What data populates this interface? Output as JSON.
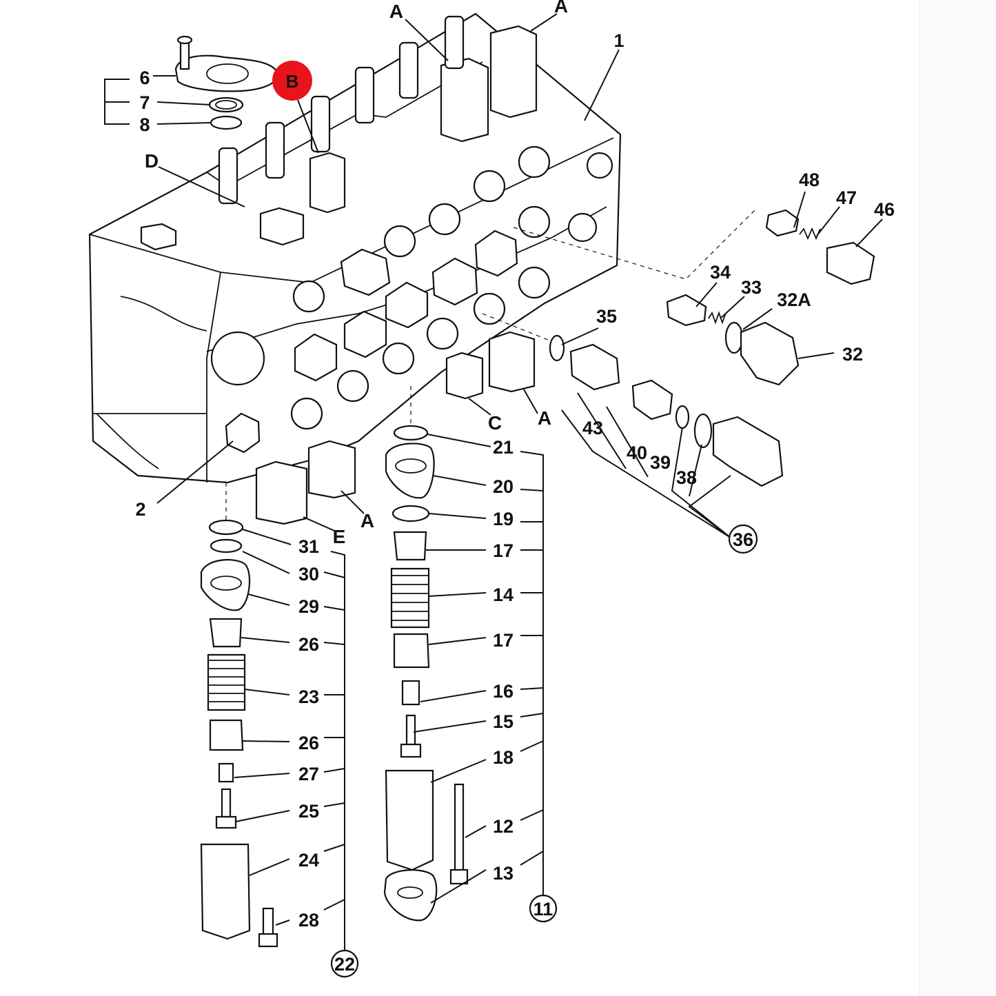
{
  "diagram": {
    "marker_color": "#e8141b",
    "line_color": "#111111",
    "background": "#ffffff",
    "callouts": {
      "c1": "1",
      "c2": "2",
      "c6": "6",
      "c7": "7",
      "c8": "8",
      "c12": "12",
      "c13": "13",
      "c14": "14",
      "c15": "15",
      "c16": "16",
      "c17a": "17",
      "c17b": "17",
      "c18": "18",
      "c19": "19",
      "c20": "20",
      "c21": "21",
      "c23": "23",
      "c24": "24",
      "c25": "25",
      "c26a": "26",
      "c26b": "26",
      "c27": "27",
      "c28": "28",
      "c29": "29",
      "c30": "30",
      "c31": "31",
      "c32": "32",
      "c32a": "32A",
      "c33": "33",
      "c34": "34",
      "c35": "35",
      "c38": "38",
      "c39": "39",
      "c40": "40",
      "c43": "43",
      "c46": "46",
      "c47": "47",
      "c48": "48"
    },
    "letters": {
      "a1": "A",
      "a2": "A",
      "a3": "A",
      "a4": "A",
      "c": "C",
      "d": "D",
      "e": "E"
    },
    "circled": {
      "g11": "11",
      "g22": "22",
      "g36": "36"
    },
    "marker": {
      "label": "B"
    }
  }
}
